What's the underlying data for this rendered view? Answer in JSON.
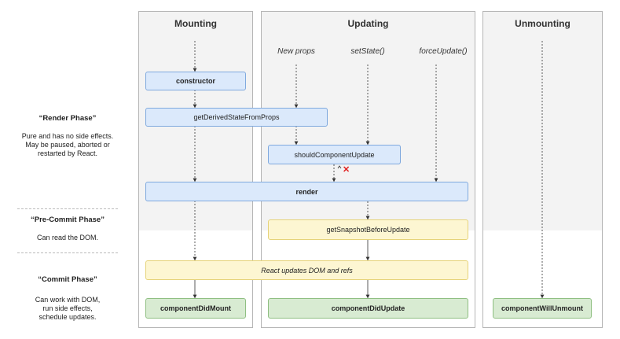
{
  "columns": {
    "mounting": "Mounting",
    "updating": "Updating",
    "unmounting": "Unmounting"
  },
  "phases": {
    "render": {
      "title": "“Render Phase”",
      "line1": "Pure and has no side effects.",
      "line2": "May be paused, aborted or",
      "line3": "restarted by React."
    },
    "precommit": {
      "title": "“Pre-Commit Phase”",
      "line1": "Can read the DOM."
    },
    "commit": {
      "title": "“Commit Phase”",
      "line1": "Can work with DOM,",
      "line2": "run side effects,",
      "line3": "schedule updates."
    }
  },
  "triggers": {
    "new_props": "New props",
    "set_state": "setState()",
    "force_update": "forceUpdate()"
  },
  "nodes": {
    "constructor": "constructor",
    "get_derived_state": "getDerivedStateFromProps",
    "should_component_update": "shouldComponentUpdate",
    "render": "render",
    "get_snapshot": "getSnapshotBeforeUpdate",
    "react_updates": "React updates DOM and refs",
    "component_did_mount": "componentDidMount",
    "component_did_update": "componentDidUpdate",
    "component_will_unmount": "componentWillUnmount"
  },
  "colors": {
    "render_node": "#dbe9fb",
    "precommit_node": "#fdf6d2",
    "commit_node": "#d8ebd2",
    "cancel_mark": "#e02020"
  }
}
